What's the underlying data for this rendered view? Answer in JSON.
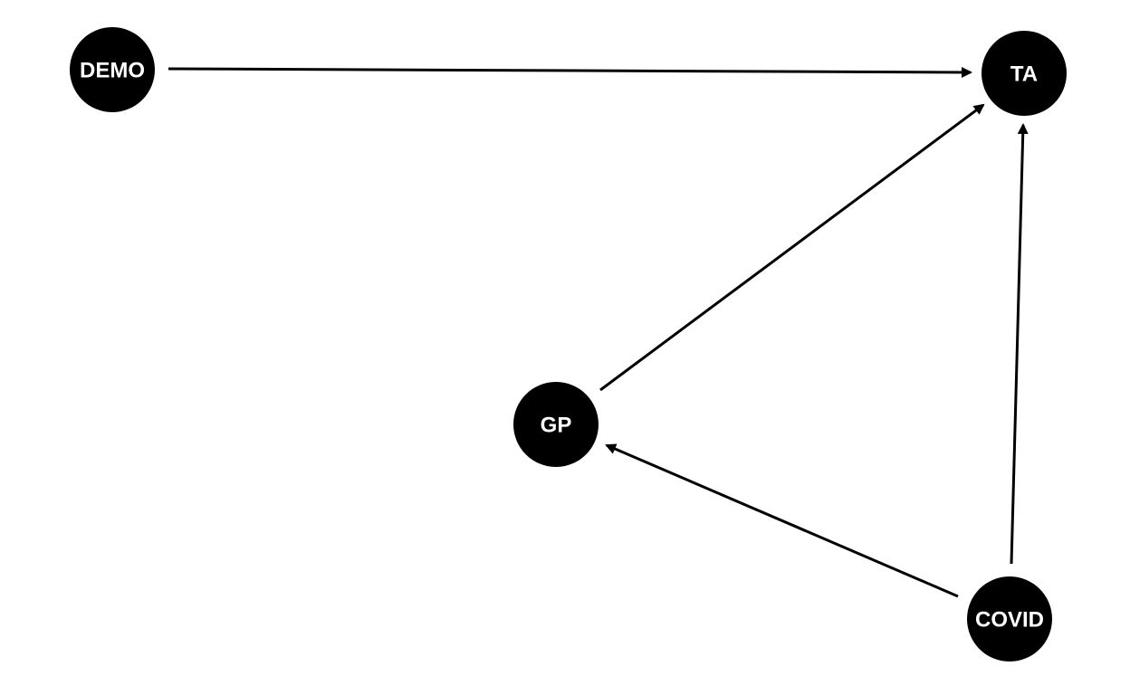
{
  "diagram": {
    "type": "directed-acyclic-graph",
    "node_color": "#000000",
    "label_color": "#ffffff",
    "edge_color": "#000000",
    "nodes": [
      {
        "id": "DEMO",
        "label": "DEMO"
      },
      {
        "id": "TA",
        "label": "TA"
      },
      {
        "id": "GP",
        "label": "GP"
      },
      {
        "id": "COVID",
        "label": "COVID"
      }
    ],
    "edges": [
      {
        "from": "DEMO",
        "to": "TA"
      },
      {
        "from": "GP",
        "to": "TA"
      },
      {
        "from": "COVID",
        "to": "TA"
      },
      {
        "from": "COVID",
        "to": "GP"
      }
    ]
  }
}
